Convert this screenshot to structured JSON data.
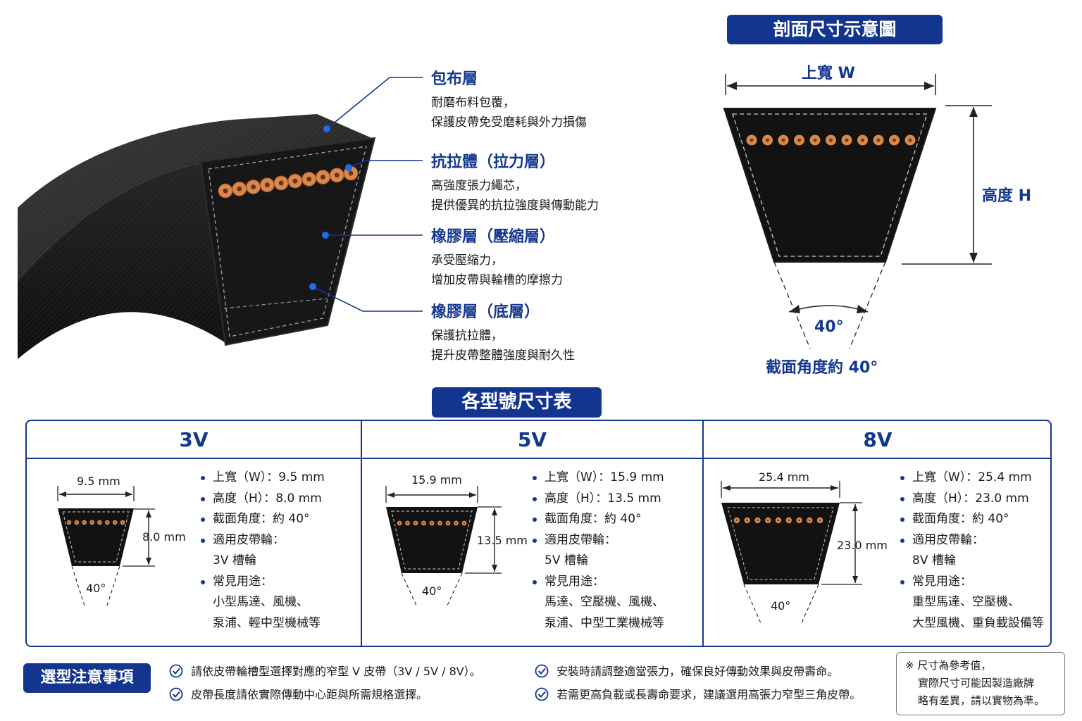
{
  "layers": [
    {
      "title": "包布層",
      "lines": [
        "耐磨布料包覆，",
        "保護皮帶免受磨耗與外力損傷"
      ]
    },
    {
      "title": "抗拉體（拉力層）",
      "lines": [
        "高強度張力繩芯，",
        "提供優異的抗拉強度與傳動能力"
      ]
    },
    {
      "title": "橡膠層（壓縮層）",
      "lines": [
        "承受壓縮力，",
        "增加皮帶與輪槽的摩擦力"
      ]
    },
    {
      "title": "橡膠層（底層）",
      "lines": [
        "保護抗拉體，",
        "提升皮帶整體強度與耐久性"
      ]
    }
  ],
  "section": {
    "title": "剖面尺寸示意圖",
    "width_label": "上寬 W",
    "height_label": "高度 H",
    "angle_label": "40°",
    "angle_caption": "截面角度約 40°"
  },
  "table": {
    "title": "各型號尺寸表",
    "columns": [
      {
        "name": "3V",
        "w_label": "9.5 mm",
        "h_label": "8.0 mm",
        "angle": "40°",
        "specs": [
          {
            "text": "上寬（W）：9.5 mm",
            "bullet": true
          },
          {
            "text": "高度（H）：8.0 mm",
            "bullet": true
          },
          {
            "text": "截面角度：約 40°",
            "bullet": true
          },
          {
            "text": "適用皮帶輪：",
            "bullet": true
          },
          {
            "text": "3V 槽輪",
            "bullet": false
          },
          {
            "text": "常見用途：",
            "bullet": true
          },
          {
            "text": "小型馬達、風機、",
            "bullet": false
          },
          {
            "text": "泵浦、輕中型機械等",
            "bullet": false
          }
        ]
      },
      {
        "name": "5V",
        "w_label": "15.9 mm",
        "h_label": "13.5 mm",
        "angle": "40°",
        "specs": [
          {
            "text": "上寬（W）：15.9 mm",
            "bullet": true
          },
          {
            "text": "高度（H）：13.5 mm",
            "bullet": true
          },
          {
            "text": "截面角度：約 40°",
            "bullet": true
          },
          {
            "text": "適用皮帶輪：",
            "bullet": true
          },
          {
            "text": "5V 槽輪",
            "bullet": false
          },
          {
            "text": "常見用途：",
            "bullet": true
          },
          {
            "text": "馬達、空壓機、風機、",
            "bullet": false
          },
          {
            "text": "泵浦、中型工業機械等",
            "bullet": false
          }
        ]
      },
      {
        "name": "8V",
        "w_label": "25.4 mm",
        "h_label": "23.0 mm",
        "angle": "40°",
        "specs": [
          {
            "text": "上寬（W）：25.4 mm",
            "bullet": true
          },
          {
            "text": "高度（H）：23.0 mm",
            "bullet": true
          },
          {
            "text": "截面角度：約 40°",
            "bullet": true
          },
          {
            "text": "適用皮帶輪：",
            "bullet": true
          },
          {
            "text": "8V 槽輪",
            "bullet": false
          },
          {
            "text": "常見用途：",
            "bullet": true
          },
          {
            "text": "重型馬達、空壓機、",
            "bullet": false
          },
          {
            "text": "大型風機、重負載設備等",
            "bullet": false
          }
        ]
      }
    ]
  },
  "notes": {
    "title": "選型注意事項",
    "items": [
      "請依皮帶輪槽型選擇對應的窄型 V 皮帶（3V / 5V / 8V）。",
      "皮帶長度請依實際傳動中心距與所需規格選擇。",
      "安裝時請調整適當張力，確保良好傳動效果與皮帶壽命。",
      "若需更高負載或長壽命要求，建議選用高張力窄型三角皮帶。"
    ],
    "disclaimer": [
      "※ 尺寸為參考值，",
      "實際尺寸可能因製造廠牌",
      "略有差異，請以實物為準。"
    ]
  },
  "colors": {
    "navy": "#13358f",
    "belt": "#1b1b1b",
    "cord": "#d9894f"
  }
}
